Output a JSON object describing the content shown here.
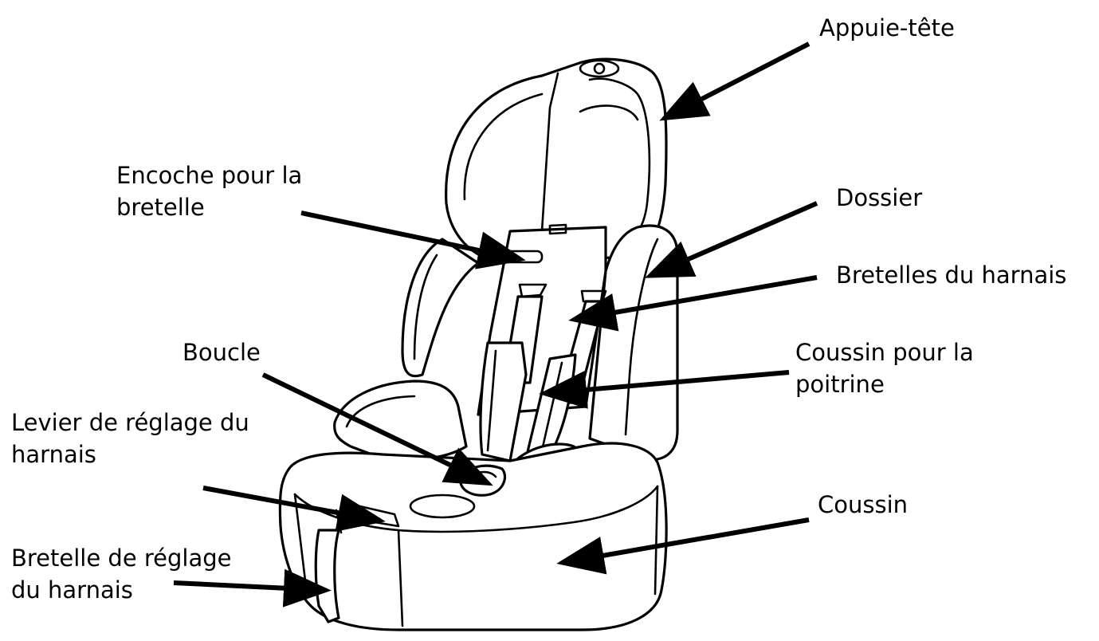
{
  "labels": {
    "appuie_tete": "Appuie-tête",
    "encoche": [
      "Encoche pour la",
      "bretelle"
    ],
    "dossier": "Dossier",
    "bretelles_harnais": "Bretelles du harnais",
    "boucle": "Boucle",
    "coussin_poitrine": [
      "Coussin pour la",
      "poitrine"
    ],
    "levier": [
      "Levier de réglage du",
      "harnais"
    ],
    "coussin": "Coussin",
    "bretelle_reglage": [
      "Bretelle de réglage",
      "du harnais"
    ]
  },
  "colors": {
    "line": "#000000",
    "background": "#ffffff"
  }
}
